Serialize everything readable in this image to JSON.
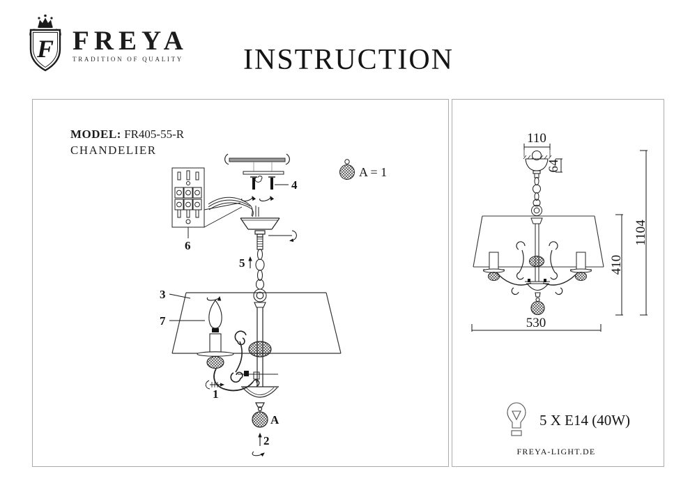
{
  "header": {
    "brand": "FREYA",
    "monogram": "F",
    "tagline": "TRADITION OF QUALITY",
    "title": "INSTRUCTION"
  },
  "assembly_panel": {
    "model_label": "MODEL:",
    "model_value": "FR405-55-R",
    "product_type": "CHANDELIER",
    "legend_text": "A = 1",
    "part_labels": {
      "p1": "1",
      "p2": "2",
      "p3": "3",
      "p4": "4",
      "p5": "5",
      "p6": "6",
      "p7": "7",
      "pA": "A"
    }
  },
  "dimensions_panel": {
    "dims": {
      "canopy_width": "110",
      "canopy_height": "64",
      "overall_height": "1104",
      "shade_height": "410",
      "shade_width": "530"
    },
    "bulb_spec": "5 X E14 (40W)",
    "website": "FREYA-LIGHT.DE"
  },
  "colors": {
    "line": "#1c1c1c",
    "panel_border": "#ababab"
  }
}
